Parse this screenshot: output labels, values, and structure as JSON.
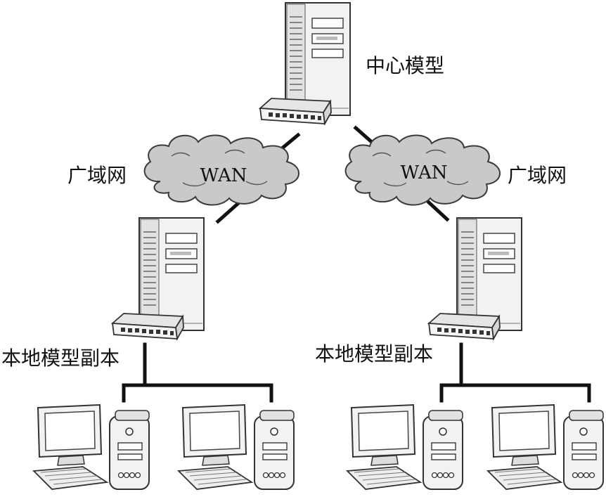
{
  "diagram": {
    "central_label": "中心模型",
    "wan_left_label": "WAN",
    "wan_right_label": "WAN",
    "wan_left_caption": "广域网",
    "wan_right_caption": "广域网",
    "local_left_label": "本地模型副本",
    "local_right_label": "本地模型副本"
  },
  "colors": {
    "line": "#111111",
    "cloud_fill": "#c9c9c9",
    "cloud_stroke": "#3a3a3a",
    "device_fill": "#f2f2f2",
    "device_stroke": "#333333"
  },
  "icons": {
    "server": "server-tower-icon",
    "switch": "network-switch-icon",
    "cloud": "wan-cloud-icon",
    "workstation": "desktop-workstation-icon"
  }
}
